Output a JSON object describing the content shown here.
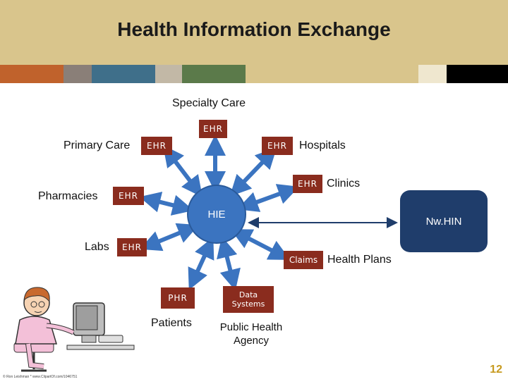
{
  "title": "Health Information Exchange",
  "colors": {
    "ehr_box": "#8a2c1e",
    "hub": "#3b74c0",
    "nwhin": "#1f3d6b",
    "arrow": "#3b74c0",
    "stripes": [
      "#c0622c",
      "#8a7f78",
      "#3f6f8a",
      "#c2b8a6",
      "#5b7a4a",
      "#d9c58c",
      "#efe7cf",
      "#000000"
    ]
  },
  "nodes": {
    "specialty_care": "Specialty Care",
    "primary_care": "Primary Care",
    "hospitals": "Hospitals",
    "clinics": "Clinics",
    "pharmacies": "Pharmacies",
    "labs": "Labs",
    "health_plans": "Health Plans",
    "patients": "Patients",
    "public_health": "Public Health Agency"
  },
  "boxes": {
    "specialty_ehr": "EHR",
    "primary_ehr": "EHR",
    "hospitals_ehr": "EHR",
    "clinics_ehr": "EHR",
    "pharmacies_ehr": "EHR",
    "labs_ehr": "EHR",
    "claims": "Claims",
    "phr": "PHR",
    "data_systems": "Data Systems"
  },
  "hub": "HIE",
  "nwhin": "Nw.HIN",
  "page_number": "12",
  "clipart_credit": "© Ron Leishman *  www.ClipartOf.com/1046751"
}
